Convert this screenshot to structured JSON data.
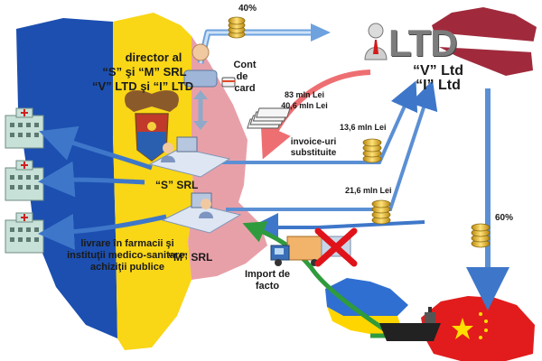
{
  "labels": {
    "director_line1": "director al",
    "director_line2": "“S” şi “M” SRL",
    "director_line3": "“V” LTD şi “I” LTD",
    "cont_card_line1": "Cont",
    "cont_card_line2": "de",
    "cont_card_line3": "card",
    "percent_40": "40%",
    "percent_60": "60%",
    "ltd_logo": "LTD",
    "v_ltd": "“V” Ltd",
    "i_ltd": "“I” Ltd",
    "amount_83_line1": "83 mln Lei",
    "amount_83_line2": "40,6 mln Lei",
    "invoice_line1": "invoice-uri",
    "invoice_line2": "substituite",
    "amount_13": "13,6 mln Lei",
    "amount_21": "21,6 mln Lei",
    "s_srl": "“S” SRL",
    "m_srl": "“M” SRL",
    "delivery_line1": "livrare în farmacii şi",
    "delivery_line2": "instituţii medico-sanitare;",
    "delivery_line3": "achiziţii publice",
    "import_line1": "Import de",
    "import_line2": "facto"
  },
  "colors": {
    "moldova_blue": "#1c4fb0",
    "moldova_yellow": "#f9d616",
    "moldova_red": "#e8a0a8",
    "arrow_blue": "#3e77c9",
    "arrow_red": "#ee6f72",
    "arrow_green": "#2f9b3d",
    "latvia_red": "#a02a3c",
    "china_red": "#e21c1c"
  }
}
